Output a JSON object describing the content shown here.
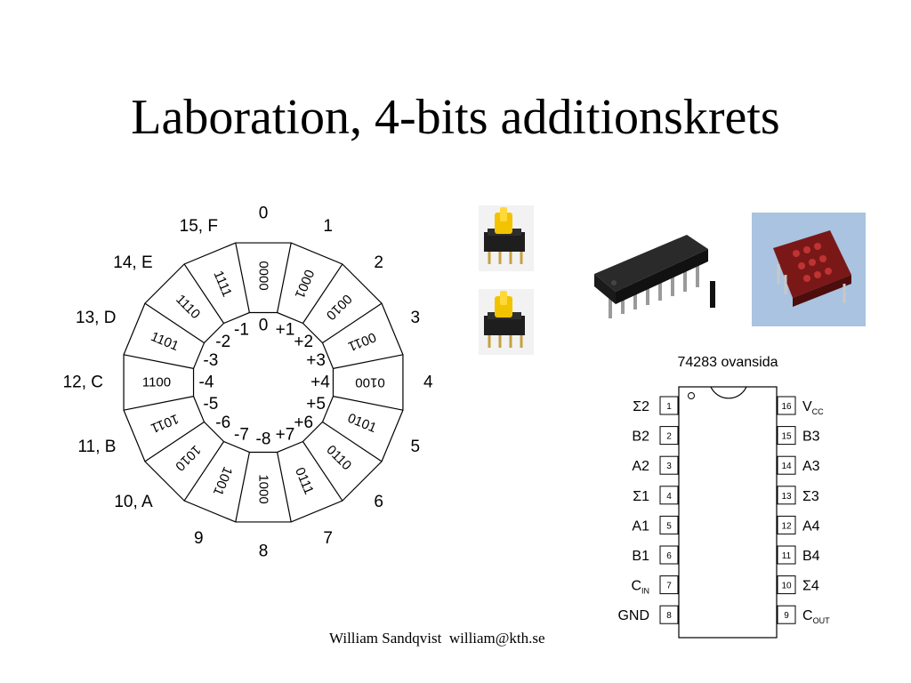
{
  "title": "Laboration, 4-bits additionskrets",
  "footer": {
    "author": "William Sandqvist",
    "email": "william@kth.se"
  },
  "wheel": {
    "hex_labels": [
      "0",
      "1",
      "2",
      "3",
      "4",
      "5",
      "6",
      "7",
      "8",
      "9",
      "10, A",
      "11, B",
      "12, C",
      "13, D",
      "14, E",
      "15, F"
    ],
    "binary_labels": [
      "0000",
      "0001",
      "0010",
      "0011",
      "0100",
      "0101",
      "0110",
      "0111",
      "1000",
      "1001",
      "1010",
      "1011",
      "1100",
      "1101",
      "1110",
      "1111"
    ],
    "signed_labels": [
      "0",
      "+1",
      "+2",
      "+3",
      "+4",
      "+5",
      "+6",
      "+7",
      "-8",
      "-7",
      "-6",
      "-5",
      "-4",
      "-3",
      "-2",
      "-1"
    ]
  },
  "chip": {
    "title": "74283 ovansida",
    "left_pins": [
      {
        "num": "1",
        "label": "Σ2"
      },
      {
        "num": "2",
        "label": "B2"
      },
      {
        "num": "3",
        "label": "A2"
      },
      {
        "num": "4",
        "label": "Σ1"
      },
      {
        "num": "5",
        "label": "A1"
      },
      {
        "num": "6",
        "label": "B1"
      },
      {
        "num": "7",
        "label": "C",
        "sub": "IN"
      },
      {
        "num": "8",
        "label": "GND"
      }
    ],
    "right_pins": [
      {
        "num": "16",
        "label": "V",
        "sub": "CC"
      },
      {
        "num": "15",
        "label": "B3"
      },
      {
        "num": "14",
        "label": "A3"
      },
      {
        "num": "13",
        "label": "Σ3"
      },
      {
        "num": "12",
        "label": "A4"
      },
      {
        "num": "11",
        "label": "B4"
      },
      {
        "num": "10",
        "label": "Σ4"
      },
      {
        "num": "9",
        "label": "C",
        "sub": "OUT"
      }
    ]
  }
}
